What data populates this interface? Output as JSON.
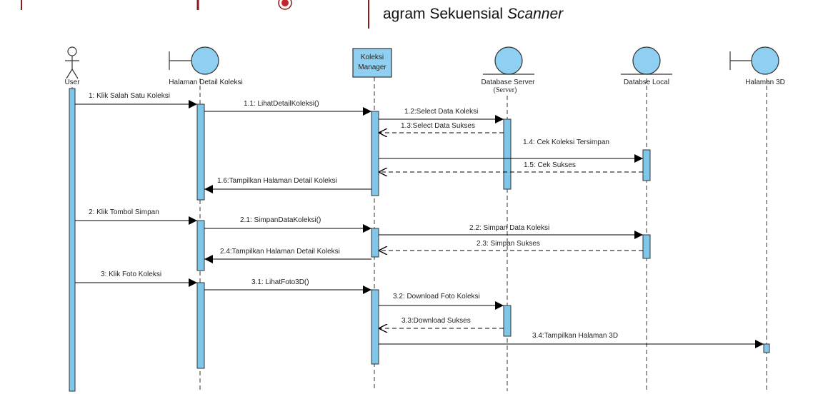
{
  "title": {
    "prefix": "agram Sekuensial ",
    "emphasis": "Scanner"
  },
  "colors": {
    "activation": "#7fc6ea",
    "lifeline_head": "#8fd0f2",
    "outline": "#1a1a1a",
    "header_red": "#8b1a1a"
  },
  "participants": [
    {
      "id": "user",
      "label": "User",
      "kind": "actor"
    },
    {
      "id": "detail",
      "label": "Halaman Detail Koleksi",
      "kind": "boundary"
    },
    {
      "id": "manager",
      "label": "Koleksi Manager",
      "kind": "control-box",
      "label_lines": [
        "Koleksi",
        "Manager"
      ]
    },
    {
      "id": "server",
      "label": "Database Server (Server)",
      "kind": "entity",
      "label_lines": [
        "Database Server",
        "(Server)"
      ]
    },
    {
      "id": "local",
      "label": "Databse Local",
      "kind": "entity"
    },
    {
      "id": "hal3d",
      "label": "Halaman 3D",
      "kind": "boundary"
    }
  ],
  "messages": [
    {
      "label": "1: Klik Salah Satu Koleksi",
      "from": "user",
      "to": "detail",
      "type": "call"
    },
    {
      "label": "1.1: LihatDetailKoleksi()",
      "from": "detail",
      "to": "manager",
      "type": "call"
    },
    {
      "label": "1.2:Select Data Koleksi",
      "from": "manager",
      "to": "server",
      "type": "call"
    },
    {
      "label": "1.3:Select Data Sukses",
      "from": "server",
      "to": "manager",
      "type": "return"
    },
    {
      "label": "1.4: Cek Koleksi Tersimpan",
      "from": "manager",
      "to": "local",
      "type": "call"
    },
    {
      "label": "1.5: Cek Sukses",
      "from": "local",
      "to": "manager",
      "type": "return"
    },
    {
      "label": "1.6:Tampilkan Halaman Detail Koleksi",
      "from": "manager",
      "to": "detail",
      "type": "call"
    },
    {
      "label": "2: Klik Tombol Simpan",
      "from": "user",
      "to": "detail",
      "type": "call"
    },
    {
      "label": "2.1: SimpanDataKoleksi()",
      "from": "detail",
      "to": "manager",
      "type": "call"
    },
    {
      "label": "2.2: Simpan Data Koleksi",
      "from": "manager",
      "to": "local",
      "type": "call"
    },
    {
      "label": "2.3: Simpan Sukses",
      "from": "local",
      "to": "manager",
      "type": "return"
    },
    {
      "label": "2.4:Tampilkan Halaman Detail Koleksi",
      "from": "manager",
      "to": "detail",
      "type": "call"
    },
    {
      "label": "3: Klik Foto Koleksi",
      "from": "user",
      "to": "detail",
      "type": "call"
    },
    {
      "label": "3.1: LihatFoto3D()",
      "from": "detail",
      "to": "manager",
      "type": "call"
    },
    {
      "label": "3.2: Download Foto Koleksi",
      "from": "manager",
      "to": "server",
      "type": "call"
    },
    {
      "label": "3.3:Download Sukses",
      "from": "server",
      "to": "manager",
      "type": "return"
    },
    {
      "label": "3.4:Tampilkan Halaman 3D",
      "from": "manager",
      "to": "hal3d",
      "type": "call"
    }
  ]
}
